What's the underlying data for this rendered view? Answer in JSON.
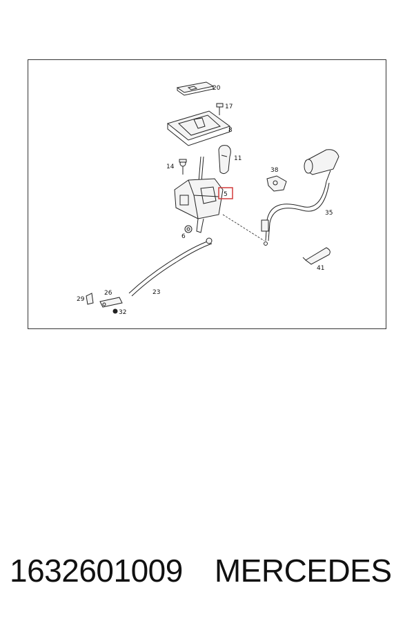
{
  "diagram": {
    "callouts": {
      "c20": "20",
      "c17": "17",
      "c8": "8",
      "c11": "11",
      "c14": "14",
      "c38": "38",
      "c5": "5",
      "c35": "35",
      "c6": "6",
      "c41": "41",
      "c23": "23",
      "c29": "29",
      "c26": "26",
      "c32": "32"
    },
    "highlight_color": "#d23a3a"
  },
  "caption": {
    "part_number": "1632601009",
    "brand": "MERCEDES"
  }
}
